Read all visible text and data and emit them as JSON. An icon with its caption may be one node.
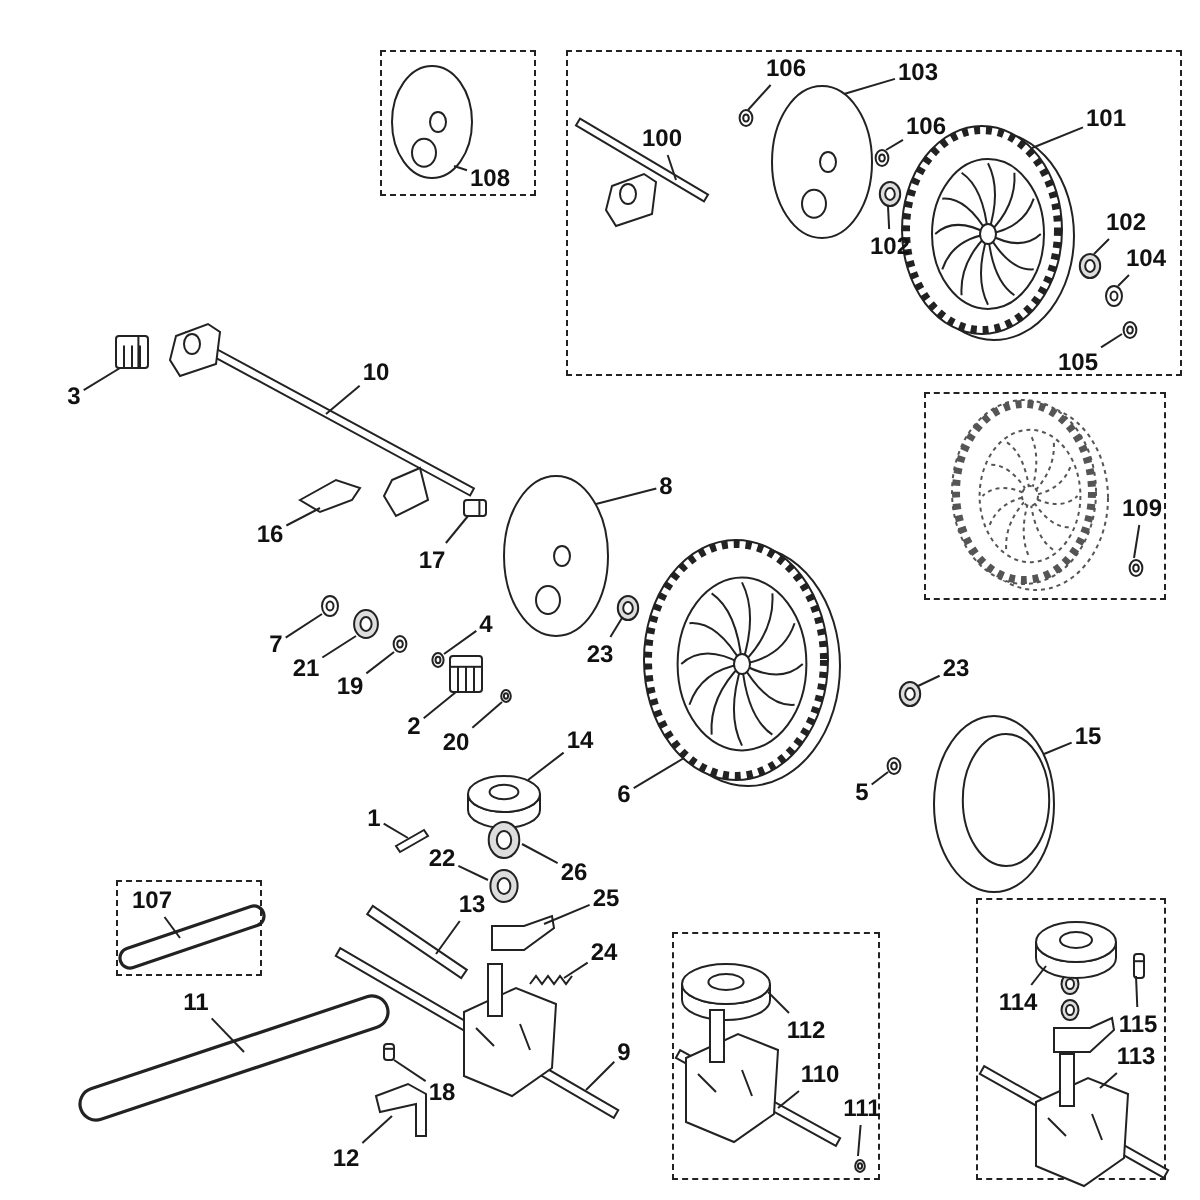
{
  "diagram": {
    "nodes": [
      {
        "text": [],
        "shape": "box"
      },
      {
        "text": [
          "108"
        ],
        "in": 0
      },
      {
        "text": [],
        "shape": "picture",
        "in": 0
      },
      {
        "text": [],
        "shape": "box"
      },
      {
        "text": [
          "100"
        ],
        "in": 3
      },
      {
        "text": [],
        "shape": "picture",
        "in": 3
      },
      {
        "text": [
          "106"
        ],
        "in": 3
      },
      {
        "text": [],
        "shape": "picture",
        "in": 3
      },
      {
        "text": [
          "103"
        ],
        "in": 3
      },
      {
        "text": [],
        "shape": "picture",
        "in": 3
      },
      {
        "text": [
          "106"
        ],
        "in": 3
      },
      {
        "text": [],
        "shape": "picture",
        "in": 3
      },
      {
        "text": [
          "102"
        ],
        "in": 3
      },
      {
        "text": [],
        "shape": "picture",
        "in": 3
      },
      {
        "text": [
          "101"
        ],
        "in": 3
      },
      {
        "text": [],
        "shape": "picture",
        "in": 3
      },
      {
        "text": [
          "102"
        ],
        "in": 3
      },
      {
        "text": [],
        "shape": "picture",
        "in": 3
      },
      {
        "text": [
          "104"
        ],
        "in": 3
      },
      {
        "text": [],
        "shape": "picture",
        "in": 3
      },
      {
        "text": [
          "105"
        ],
        "in": 3
      },
      {
        "text": [],
        "shape": "picture",
        "in": 3
      },
      {
        "text": [],
        "shape": "box"
      },
      {
        "text": [
          "109"
        ],
        "in": 22
      },
      {
        "text": [],
        "shape": "picture",
        "in": 22
      },
      {
        "text": [
          "3"
        ]
      },
      {
        "text": [],
        "shape": "picture"
      },
      {
        "text": [
          "10"
        ]
      },
      {
        "text": [],
        "shape": "picture"
      },
      {
        "text": [
          "16"
        ]
      },
      {
        "text": [],
        "shape": "picture"
      },
      {
        "text": [
          "17"
        ]
      },
      {
        "text": [],
        "shape": "picture"
      },
      {
        "text": [
          "8"
        ]
      },
      {
        "text": [],
        "shape": "picture"
      },
      {
        "text": [
          "7"
        ]
      },
      {
        "text": [],
        "shape": "picture"
      },
      {
        "text": [
          "21"
        ]
      },
      {
        "text": [],
        "shape": "picture"
      },
      {
        "text": [
          "19"
        ]
      },
      {
        "text": [],
        "shape": "picture"
      },
      {
        "text": [
          "4"
        ]
      },
      {
        "text": [],
        "shape": "picture"
      },
      {
        "text": [
          "2"
        ]
      },
      {
        "text": [],
        "shape": "picture"
      },
      {
        "text": [
          "20"
        ]
      },
      {
        "text": [],
        "shape": "picture"
      },
      {
        "text": [
          "23"
        ]
      },
      {
        "text": [],
        "shape": "picture"
      },
      {
        "text": [
          "14"
        ]
      },
      {
        "text": [],
        "shape": "picture"
      },
      {
        "text": [
          "6"
        ]
      },
      {
        "text": [],
        "shape": "picture"
      },
      {
        "text": [
          "23"
        ]
      },
      {
        "text": [],
        "shape": "picture"
      },
      {
        "text": [
          "5"
        ]
      },
      {
        "text": [],
        "shape": "picture"
      },
      {
        "text": [
          "15"
        ]
      },
      {
        "text": [],
        "shape": "picture"
      },
      {
        "text": [
          "1"
        ]
      },
      {
        "text": [],
        "shape": "picture"
      },
      {
        "text": [
          "22"
        ]
      },
      {
        "text": [],
        "shape": "picture"
      },
      {
        "text": [
          "26"
        ]
      },
      {
        "text": [],
        "shape": "picture"
      },
      {
        "text": [
          "13"
        ]
      },
      {
        "text": [],
        "shape": "picture"
      },
      {
        "text": [
          "25"
        ]
      },
      {
        "text": [],
        "shape": "picture"
      },
      {
        "text": [
          "24"
        ]
      },
      {
        "text": [],
        "shape": "picture"
      },
      {
        "text": [],
        "shape": "box"
      },
      {
        "text": [
          "107"
        ],
        "in": 71
      },
      {
        "text": [],
        "shape": "picture",
        "in": 71
      },
      {
        "text": [
          "11"
        ]
      },
      {
        "text": [],
        "shape": "picture"
      },
      {
        "text": [
          "18"
        ]
      },
      {
        "text": [],
        "shape": "picture"
      },
      {
        "text": [
          "12"
        ]
      },
      {
        "text": [],
        "shape": "picture"
      },
      {
        "text": [
          "9"
        ]
      },
      {
        "text": [],
        "shape": "picture"
      },
      {
        "text": [],
        "shape": "box"
      },
      {
        "text": [
          "112"
        ],
        "in": 82
      },
      {
        "text": [],
        "shape": "picture",
        "in": 82
      },
      {
        "text": [
          "110"
        ],
        "in": 82
      },
      {
        "text": [],
        "shape": "picture",
        "in": 82
      },
      {
        "text": [
          "111"
        ],
        "in": 82
      },
      {
        "text": [],
        "shape": "picture",
        "in": 82
      },
      {
        "text": [],
        "shape": "box"
      },
      {
        "text": [
          "114"
        ],
        "in": 89
      },
      {
        "text": [],
        "shape": "picture",
        "in": 89
      },
      {
        "text": [
          "115"
        ],
        "in": 89
      },
      {
        "text": [],
        "shape": "picture",
        "in": 89
      },
      {
        "text": [
          "113"
        ],
        "in": 89
      },
      {
        "text": [],
        "shape": "picture",
        "in": 89
      }
    ],
    "edges": [
      {
        "from": 1,
        "to": 2,
        "arrow": "none"
      },
      {
        "from": 4,
        "to": 5,
        "arrow": "none"
      },
      {
        "from": 6,
        "to": 7,
        "arrow": "none"
      },
      {
        "from": 8,
        "to": 9,
        "arrow": "none"
      },
      {
        "from": 10,
        "to": 11,
        "arrow": "none"
      },
      {
        "from": 12,
        "to": 13,
        "arrow": "none"
      },
      {
        "from": 14,
        "to": 15,
        "arrow": "none"
      },
      {
        "from": 16,
        "to": 17,
        "arrow": "none"
      },
      {
        "from": 18,
        "to": 19,
        "arrow": "none"
      },
      {
        "from": 20,
        "to": 21,
        "arrow": "none"
      },
      {
        "from": 23,
        "to": 24,
        "arrow": "none"
      },
      {
        "from": 25,
        "to": 26,
        "arrow": "none"
      },
      {
        "from": 27,
        "to": 28,
        "arrow": "none"
      },
      {
        "from": 29,
        "to": 30,
        "arrow": "none"
      },
      {
        "from": 31,
        "to": 32,
        "arrow": "none"
      },
      {
        "from": 33,
        "to": 34,
        "arrow": "none"
      },
      {
        "from": 35,
        "to": 36,
        "arrow": "none"
      },
      {
        "from": 37,
        "to": 38,
        "arrow": "none"
      },
      {
        "from": 39,
        "to": 40,
        "arrow": "none"
      },
      {
        "from": 41,
        "to": 42,
        "arrow": "none"
      },
      {
        "from": 43,
        "to": 44,
        "arrow": "none"
      },
      {
        "from": 45,
        "to": 46,
        "arrow": "none"
      },
      {
        "from": 47,
        "to": 48,
        "arrow": "none"
      },
      {
        "from": 49,
        "to": 50,
        "arrow": "none"
      },
      {
        "from": 51,
        "to": 52,
        "arrow": "none"
      },
      {
        "from": 53,
        "to": 54,
        "arrow": "none"
      },
      {
        "from": 55,
        "to": 56,
        "arrow": "none"
      },
      {
        "from": 57,
        "to": 58,
        "arrow": "none"
      },
      {
        "from": 59,
        "to": 60,
        "arrow": "none"
      },
      {
        "from": 61,
        "to": 62,
        "arrow": "none"
      },
      {
        "from": 63,
        "to": 64,
        "arrow": "none"
      },
      {
        "from": 65,
        "to": 66,
        "arrow": "none"
      },
      {
        "from": 67,
        "to": 68,
        "arrow": "none"
      },
      {
        "from": 69,
        "to": 70,
        "arrow": "none"
      },
      {
        "from": 72,
        "to": 73,
        "arrow": "none"
      },
      {
        "from": 74,
        "to": 75,
        "arrow": "none"
      },
      {
        "from": 76,
        "to": 77,
        "arrow": "none"
      },
      {
        "from": 78,
        "to": 79,
        "arrow": "none"
      },
      {
        "from": 80,
        "to": 81,
        "arrow": "none"
      },
      {
        "from": 83,
        "to": 84,
        "arrow": "none"
      },
      {
        "from": 85,
        "to": 86,
        "arrow": "none"
      },
      {
        "from": 87,
        "to": 88,
        "arrow": "none"
      },
      {
        "from": 90,
        "to": 91,
        "arrow": "none"
      },
      {
        "from": 92,
        "to": 93,
        "arrow": "none"
      },
      {
        "from": 94,
        "to": 95,
        "arrow": "none"
      }
    ]
  }
}
